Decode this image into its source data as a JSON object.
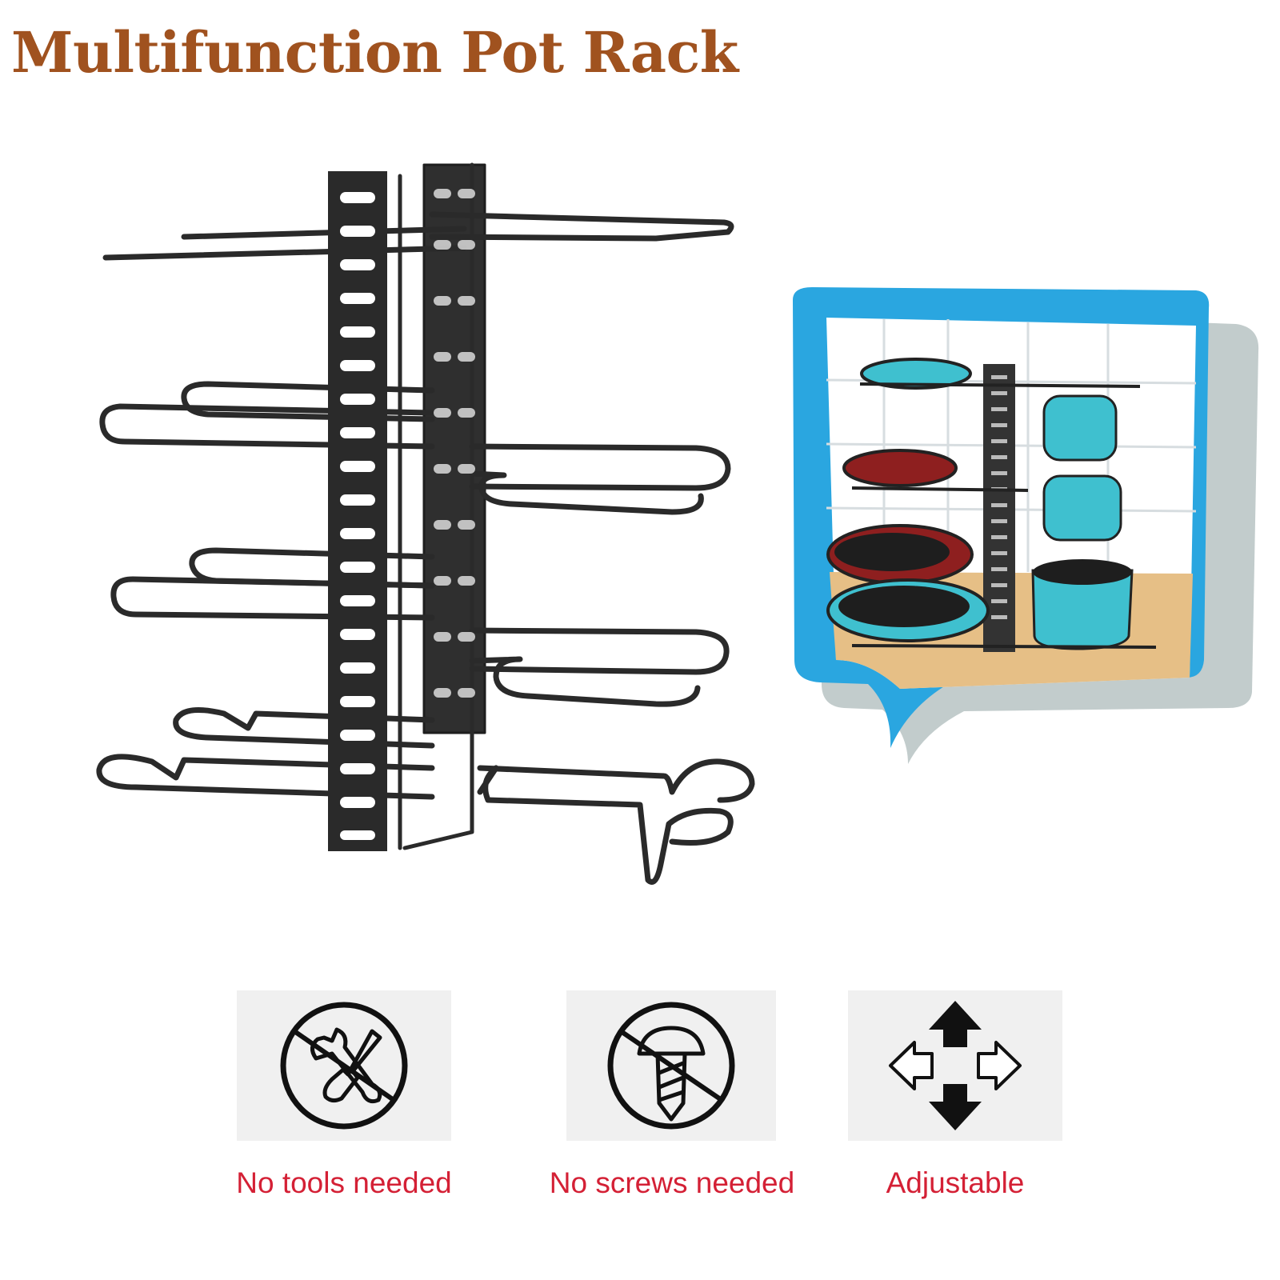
{
  "title": "Multifunction Pot Rack",
  "colors": {
    "title": "#a0521f",
    "label": "#d42035",
    "frame": "#2a2a2a",
    "bubble_blue": "#2aa6e0",
    "pot_teal": "#3fc0cf"
  },
  "features": [
    {
      "label": "No tools needed",
      "icon": "no-tools-icon"
    },
    {
      "label": "No screws needed",
      "icon": "no-screws-icon"
    },
    {
      "label": "Adjustable",
      "icon": "adjustable-arrows-icon"
    }
  ]
}
